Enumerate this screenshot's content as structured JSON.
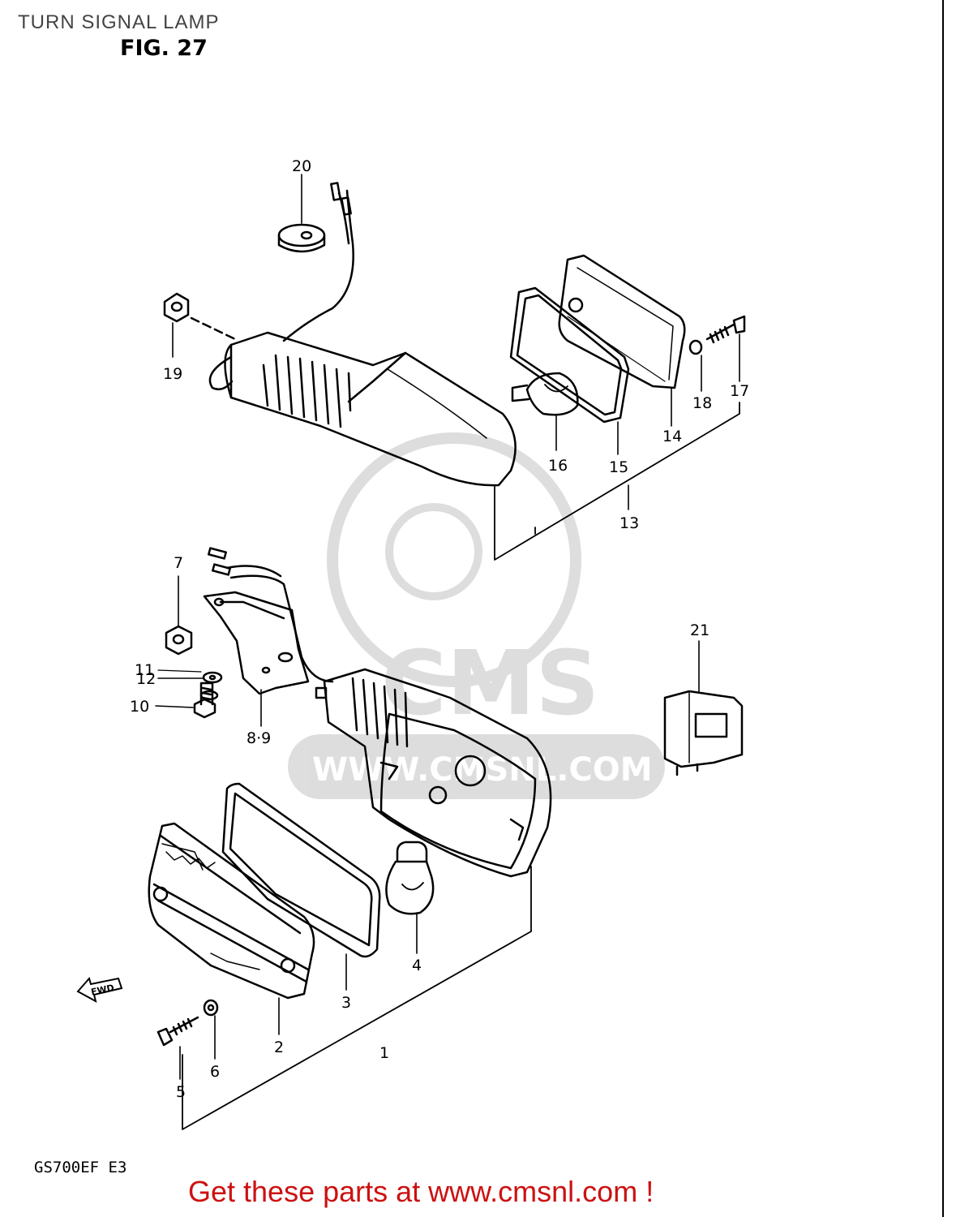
{
  "header": {
    "title": "TURN SIGNAL LAMP",
    "figure": "FIG. 27"
  },
  "callouts": {
    "c1": "1",
    "c2": "2",
    "c3": "3",
    "c4": "4",
    "c5": "5",
    "c6": "6",
    "c7": "7",
    "c89": "8·9",
    "c10": "10",
    "c11": "11",
    "c12": "12",
    "c13": "13",
    "c14": "14",
    "c15": "15",
    "c16": "16",
    "c17": "17",
    "c18": "18",
    "c19": "19",
    "c20": "20",
    "c21": "21"
  },
  "watermark": {
    "brand": "CMS",
    "url": "WWW.CMSNL.COM"
  },
  "direction_badge": "FWD",
  "footer": {
    "model": "GS700EF  E3",
    "cta": "Get these parts at www.cmsnl.com !"
  }
}
